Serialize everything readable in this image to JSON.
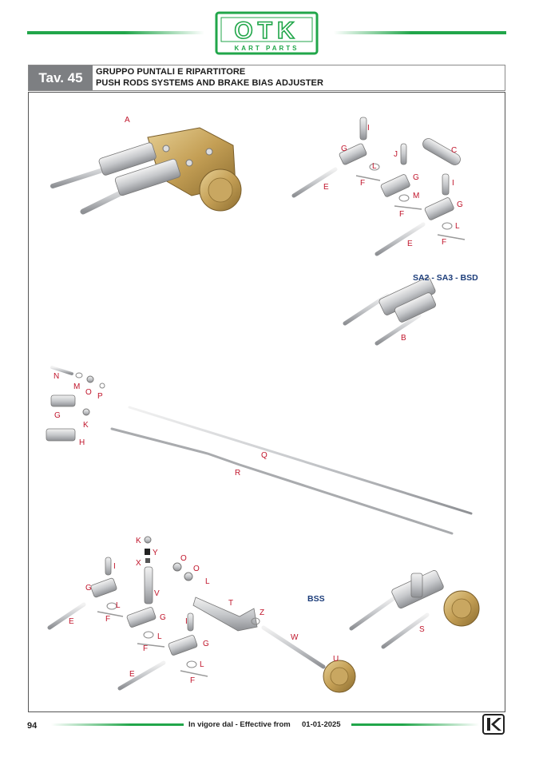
{
  "header": {
    "logo_main": "OTK",
    "logo_sub": "KART PARTS",
    "brand_color": "#21a64a"
  },
  "title": {
    "table_no": "Tav. 45",
    "line1": "GRUPPO PUNTALI E RIPARTITORE",
    "line2": "PUSH RODS SYSTEMS AND BRAKE BIAS ADJUSTER"
  },
  "captions": {
    "sa": "SA2 - SA3 - BSD",
    "bss": "BSS"
  },
  "labels": {
    "A": "A",
    "B": "B",
    "C": "C",
    "E1": "E",
    "E2": "E",
    "E3": "E",
    "E4": "E",
    "F1": "F",
    "F2": "F",
    "F3": "F",
    "F4": "F",
    "F5": "F",
    "F6": "F",
    "G1": "G",
    "G2": "G",
    "G3": "G",
    "G4": "G",
    "G5": "G",
    "G6": "G",
    "G7": "G",
    "H": "H",
    "I1": "I",
    "I2": "I",
    "I3": "I",
    "I4": "I",
    "J": "J",
    "K1": "K",
    "K2": "K",
    "L1": "L",
    "L2": "L",
    "L3": "L",
    "L4": "L",
    "L5": "L",
    "L6": "L",
    "M1": "M",
    "M2": "M",
    "N": "N",
    "O1": "O",
    "O2": "O",
    "O3": "O",
    "P": "P",
    "Q": "Q",
    "R": "R",
    "S": "S",
    "T": "T",
    "U": "U",
    "V": "V",
    "W": "W",
    "X": "X",
    "Y": "Y",
    "Z": "Z"
  },
  "footer": {
    "page_number": "94",
    "effective_label": "In vigore dal - Effective from",
    "effective_date": "01-01-2025"
  }
}
